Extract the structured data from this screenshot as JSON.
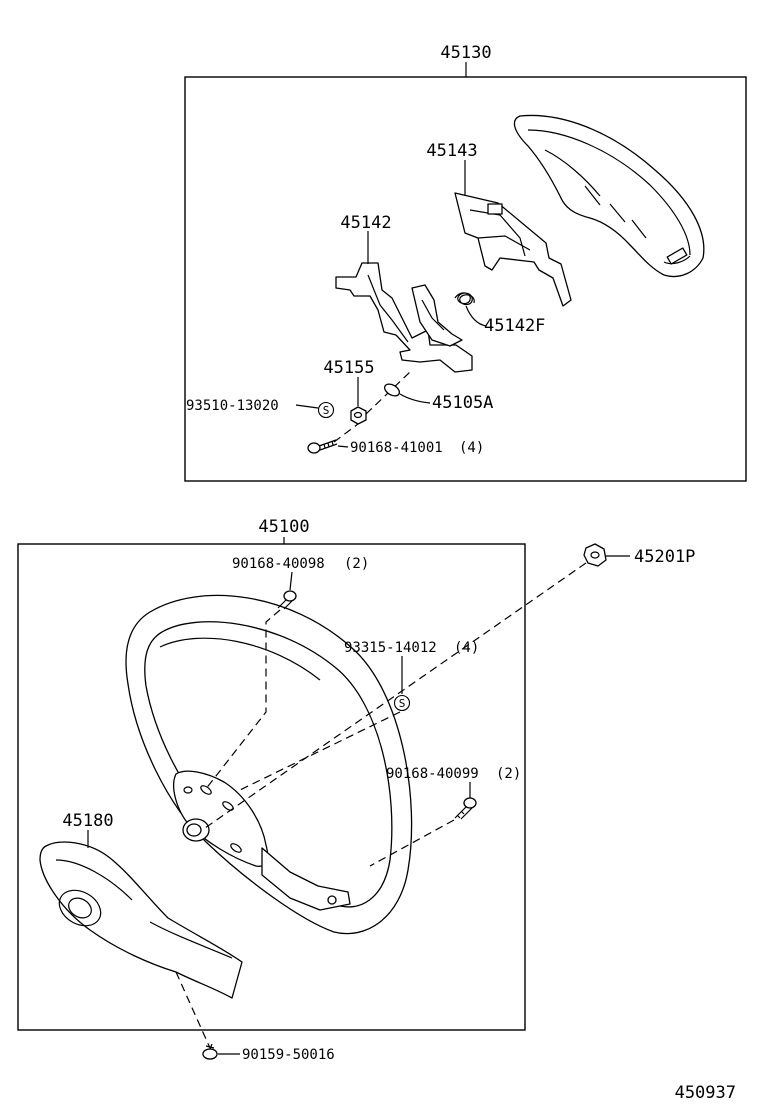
{
  "diagram_id": "450937",
  "groups": [
    {
      "assembly": "45130",
      "parts": [
        {
          "code": "45143"
        },
        {
          "code": "45142"
        },
        {
          "code": "45142F"
        },
        {
          "code": "45155"
        },
        {
          "code": "45105A"
        },
        {
          "code": "93510-13020",
          "marker": "S"
        },
        {
          "code": "90168-41001",
          "qty": "(4)"
        }
      ]
    },
    {
      "assembly": "45100",
      "parts": [
        {
          "code": "90168-40098",
          "qty": "(2)"
        },
        {
          "code": "93315-14012",
          "qty": "(4)",
          "marker": "S"
        },
        {
          "code": "90168-40099",
          "qty": "(2)"
        },
        {
          "code": "45180"
        },
        {
          "code": "90159-50016"
        }
      ]
    }
  ],
  "loose_parts": [
    {
      "code": "45201P"
    }
  ]
}
